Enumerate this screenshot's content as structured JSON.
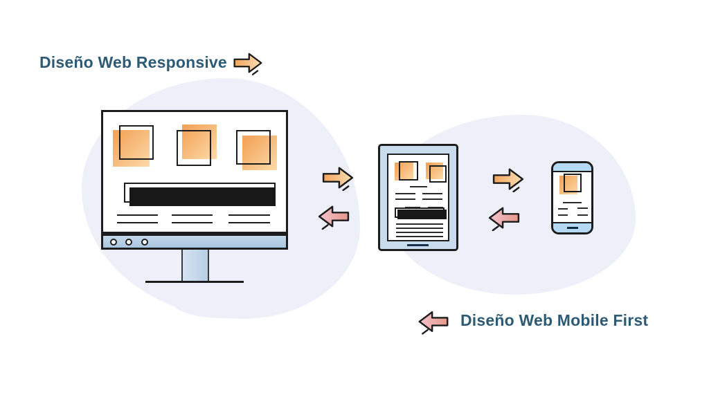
{
  "labels": {
    "responsive_title": "Diseño Web Responsive",
    "mobile_first_title": "Diseño Web Mobile First"
  },
  "flow": {
    "nodes": [
      "desktop-monitor",
      "tablet",
      "smartphone"
    ],
    "responsive_direction": "left-to-right",
    "mobile_first_direction": "right-to-left"
  },
  "icons": {
    "responsive_arrow": "arrow-right",
    "mobile_first_arrow": "arrow-left"
  },
  "colors": {
    "title_text": "#2d5a74",
    "orange_gradient_start": "#f3a55d",
    "orange_gradient_end": "#fcd7a4",
    "pink_gradient_start": "#f4c2ce",
    "pink_gradient_end": "#e6988b",
    "device_blue": "#c9dcee",
    "phone_band_blue": "#b5d8f3",
    "monitor_bar_blue": "#b7cfe6",
    "blob_background": "#eef0f9",
    "ink": "#1c1c1c"
  }
}
